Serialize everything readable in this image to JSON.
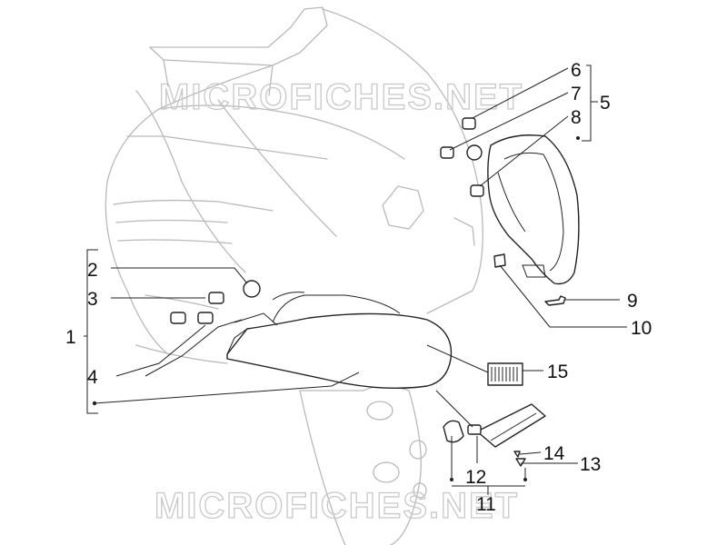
{
  "watermark": {
    "top_text": "MICROFICHES.NET",
    "bottom_text": "MICROFICHES.NET"
  },
  "callouts": {
    "n1": "1",
    "n2": "2",
    "n3": "3",
    "n4": "4",
    "n5": "5",
    "n6": "6",
    "n7": "7",
    "n8": "8",
    "n9": "9",
    "n10": "10",
    "n11": "11",
    "n12": "12",
    "n13": "13",
    "n14": "14",
    "n15": "15"
  }
}
